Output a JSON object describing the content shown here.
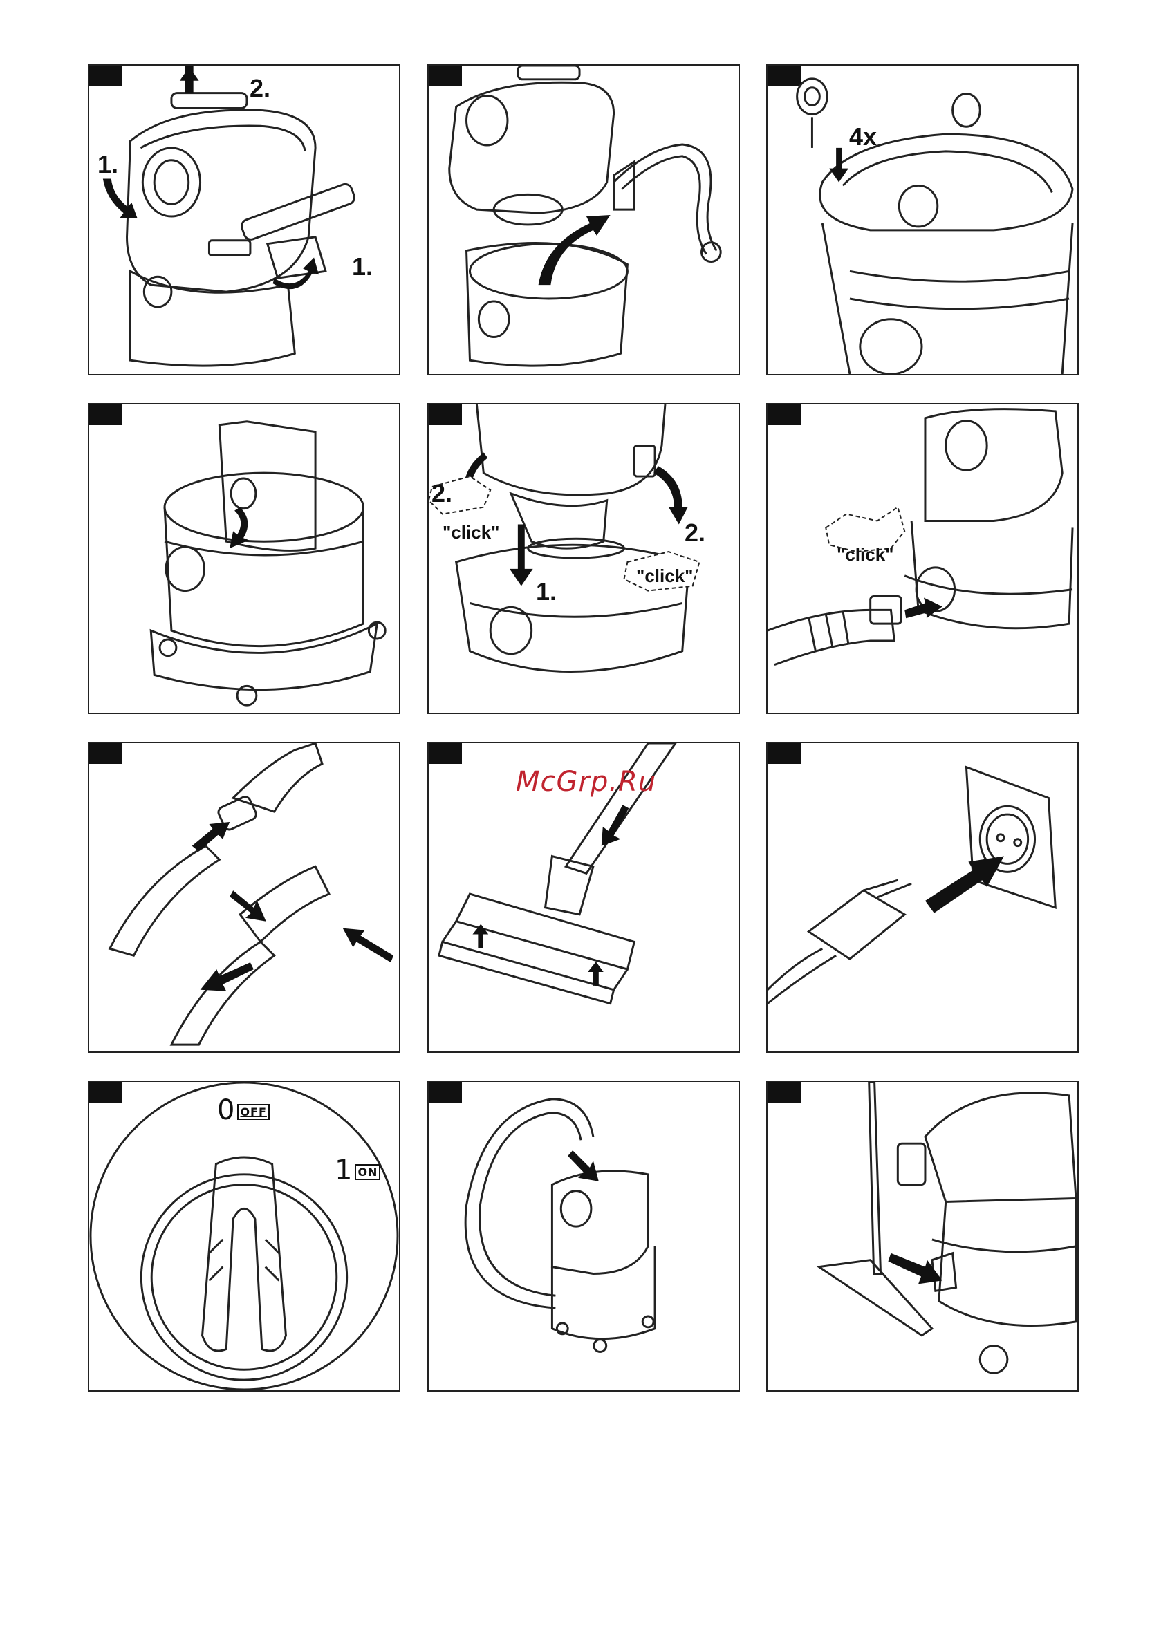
{
  "watermark": "McGrp.Ru",
  "panels": [
    {
      "labels": [
        "1.",
        "2.",
        "1."
      ]
    },
    {
      "labels": []
    },
    {
      "labels": [
        "4x"
      ]
    },
    {
      "labels": []
    },
    {
      "labels": [
        "2.",
        "\"click\"",
        "2.",
        "\"click\"",
        "1."
      ]
    },
    {
      "labels": [
        "\"click\""
      ]
    },
    {
      "labels": []
    },
    {
      "labels": []
    },
    {
      "labels": []
    },
    {
      "labels": [],
      "dial": {
        "off_num": "0",
        "off_txt": "OFF",
        "on_num": "1",
        "on_txt": "ON"
      }
    },
    {
      "labels": []
    },
    {
      "labels": []
    }
  ]
}
